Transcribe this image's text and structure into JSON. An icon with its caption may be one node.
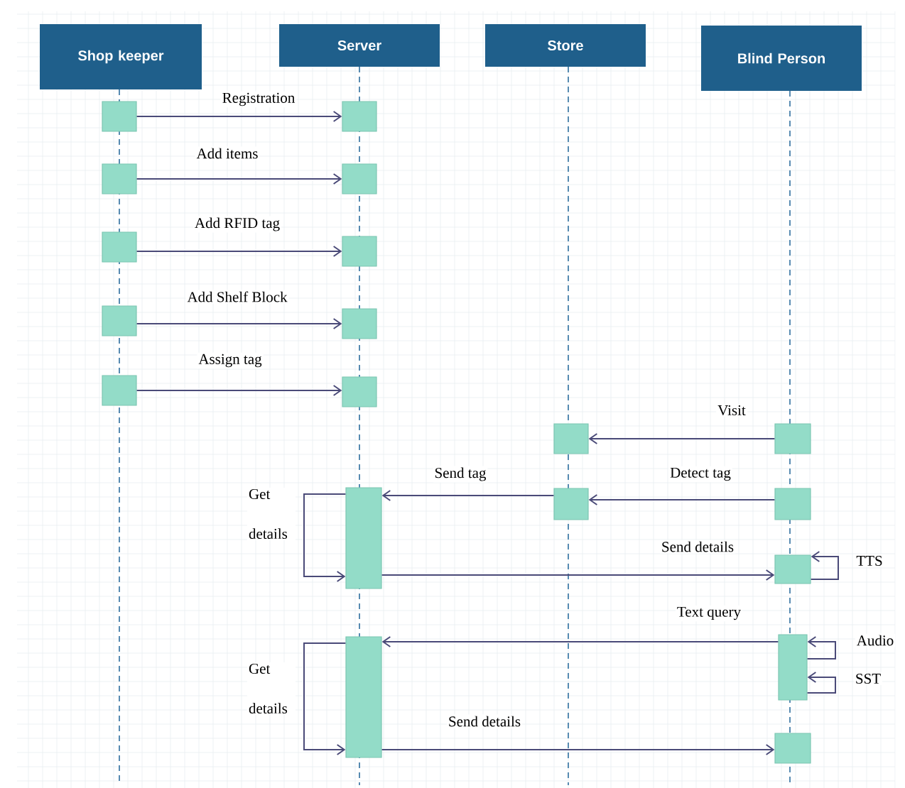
{
  "diagram": {
    "nodes": [
      {
        "text": [
          "Shop keeper"
        ]
      },
      {
        "text": [
          "Server"
        ]
      },
      {
        "text": [
          "Store"
        ]
      },
      {
        "text": [
          "Blind Person"
        ]
      },
      {
        "text": [],
        "shape": "box"
      },
      {
        "text": [],
        "shape": "box"
      },
      {
        "text": [],
        "shape": "box"
      },
      {
        "text": [],
        "shape": "box"
      },
      {
        "text": [],
        "shape": "box"
      },
      {
        "text": [],
        "shape": "box"
      },
      {
        "text": [],
        "shape": "box"
      },
      {
        "text": [],
        "shape": "box"
      },
      {
        "text": [],
        "shape": "box"
      },
      {
        "text": [],
        "shape": "box"
      },
      {
        "text": [],
        "shape": "box"
      },
      {
        "text": [],
        "shape": "box"
      },
      {
        "text": [],
        "shape": "box"
      },
      {
        "text": [],
        "shape": "box"
      },
      {
        "text": [],
        "shape": "box"
      },
      {
        "text": [],
        "shape": "box"
      },
      {
        "text": [],
        "shape": "box"
      },
      {
        "text": [],
        "shape": "box"
      },
      {
        "text": [],
        "shape": "box"
      }
    ],
    "edges": [
      {
        "from": 4,
        "to": 5,
        "arrow": "to",
        "label": "Registration"
      },
      {
        "from": 6,
        "to": 7,
        "arrow": "to",
        "label": "Add items"
      },
      {
        "from": 8,
        "to": 9,
        "arrow": "to",
        "label": "Add RFID tag"
      },
      {
        "from": 10,
        "to": 11,
        "arrow": "to",
        "label": "Add Shelf Block"
      },
      {
        "from": 12,
        "to": 13,
        "arrow": "to",
        "label": "Assign tag"
      },
      {
        "from": 15,
        "to": 14,
        "arrow": "to",
        "label": "Visit"
      },
      {
        "from": 18,
        "to": 17,
        "arrow": "to",
        "label": "Detect tag"
      },
      {
        "from": 17,
        "to": 16,
        "arrow": "to",
        "label": "Send tag"
      },
      {
        "from": 16,
        "to": 16,
        "arrow": "to",
        "label": "Get details"
      },
      {
        "from": 16,
        "to": 19,
        "arrow": "to",
        "label": "Send details"
      },
      {
        "from": 19,
        "to": 19,
        "arrow": "to",
        "label": "TTS"
      },
      {
        "from": 21,
        "to": 20,
        "arrow": "to",
        "label": "Text query"
      },
      {
        "from": 21,
        "to": 21,
        "arrow": "to",
        "label": "Audio"
      },
      {
        "from": 21,
        "to": 21,
        "arrow": "to",
        "label": "SST"
      },
      {
        "from": 20,
        "to": 20,
        "arrow": "to",
        "label": "Get details"
      },
      {
        "from": 20,
        "to": 22,
        "arrow": "to",
        "label": "Send details"
      }
    ]
  }
}
